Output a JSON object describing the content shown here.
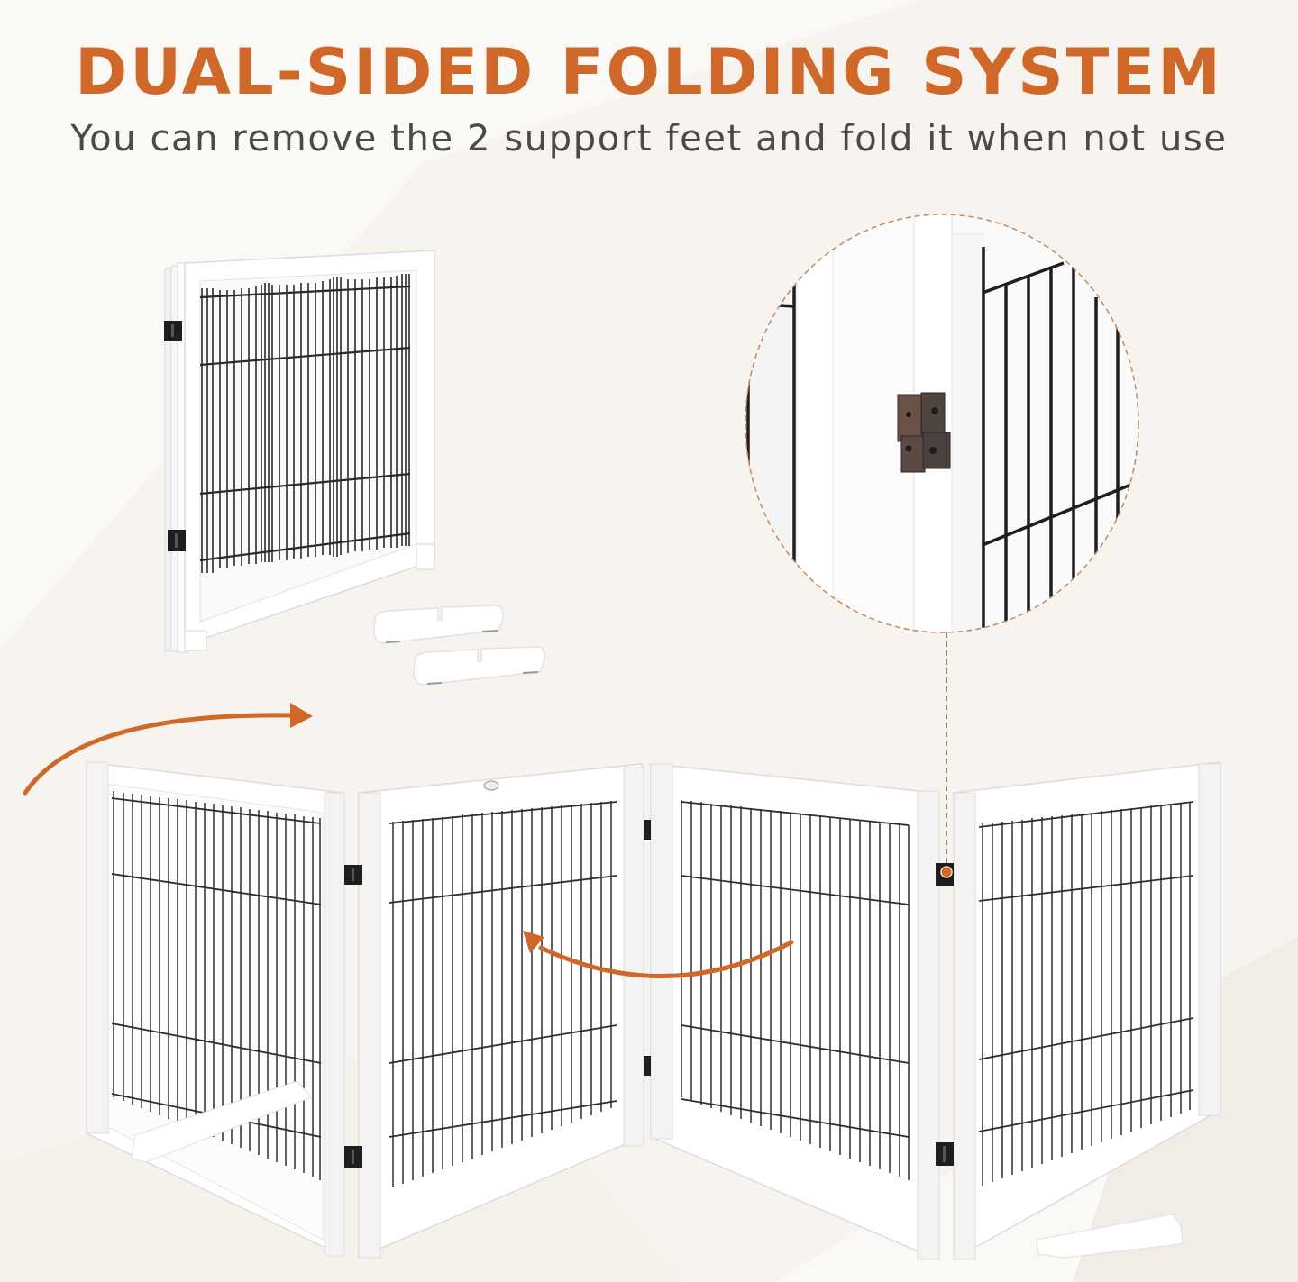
{
  "header": {
    "title": "DUAL-SIDED FOLDING SYSTEM",
    "subtitle": "You can remove the 2 support feet and fold it when not use"
  },
  "colors": {
    "accent": "#D0682A",
    "subtitle_text": "#4A4A48",
    "background": "#FBF9F5",
    "background_shape": "#F3EFE8",
    "frame_white": "#FFFFFF",
    "frame_shadow": "#E4E4E6",
    "wire": "#2A2A2A",
    "hinge": "#1E1E1E",
    "hinge_bronze": "#5A4438"
  },
  "illustrations": {
    "folded_panel": "folded-gate-panel",
    "support_feet": {
      "count": 2,
      "label": "support-feet"
    },
    "zoom_callout": "hinge-closeup-circle",
    "expanded_gate": {
      "panels": 4
    },
    "arrows": [
      "fold-arrow-top-left",
      "fold-arrow-middle"
    ]
  }
}
